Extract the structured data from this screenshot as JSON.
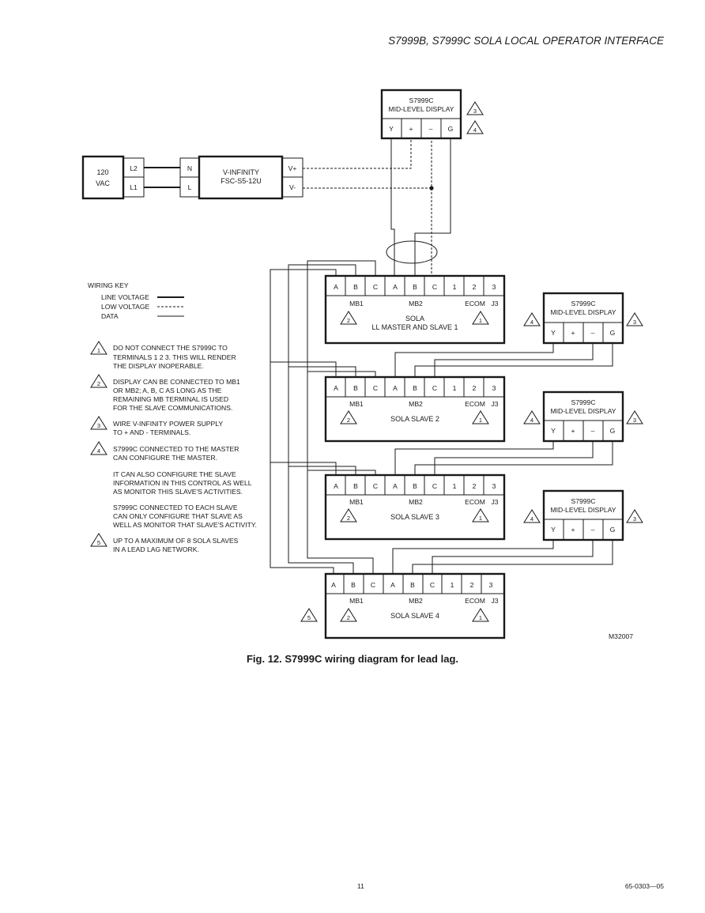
{
  "header": {
    "title": "S7999B, S7999C SOLA LOCAL OPERATOR INTERFACE"
  },
  "figure": {
    "caption": "Fig. 12. S7999C wiring diagram for lead lag.",
    "code": "M32007"
  },
  "footer": {
    "page_number": "11",
    "doc_code": "65-0303—05"
  },
  "power": {
    "source_line1": "120",
    "source_line2": "VAC",
    "l2": "L2",
    "l1": "L1",
    "n": "N",
    "l": "L",
    "supply_line1": "V-INFINITY",
    "supply_line2": "FSC-S5-12U",
    "vplus": "V+",
    "vminus": "V-"
  },
  "display": {
    "title_line1": "S7999C",
    "title_line2": "MID-LEVEL DISPLAY",
    "terminals": [
      "Y",
      "+",
      "–",
      "G"
    ]
  },
  "terminals": {
    "row": [
      "A",
      "B",
      "C",
      "A",
      "B",
      "C",
      "1",
      "2",
      "3"
    ],
    "mb1": "MB1",
    "mb2": "MB2",
    "ecom": "ECOM",
    "j3": "J3"
  },
  "controllers": {
    "master_line1": "SOLA",
    "master_line2": "LL MASTER AND SLAVE 1",
    "slave2": "SOLA SLAVE 2",
    "slave3": "SOLA SLAVE 3",
    "slave4": "SOLA SLAVE 4"
  },
  "markers": {
    "m1": "1",
    "m2": "2",
    "m3": "3",
    "m4": "4",
    "m5": "5"
  },
  "wiring_key": {
    "title": "WIRING KEY",
    "line_voltage": "LINE VOLTAGE",
    "low_voltage": "LOW VOLTAGE",
    "data": "DATA"
  },
  "notes": {
    "n1": [
      "DO NOT CONNECT THE S7999C TO",
      "TERMINALS 1 2 3. THIS WILL RENDER",
      "THE DISPLAY INOPERABLE."
    ],
    "n2": [
      "DISPLAY CAN BE CONNECTED TO MB1",
      "OR MB2; A, B, C AS LONG AS THE",
      "REMAINING MB TERMINAL IS USED",
      "FOR THE SLAVE COMMUNICATIONS."
    ],
    "n3": [
      "WIRE V-INFINITY POWER SUPPLY",
      "TO + AND -  TERMINALS."
    ],
    "n4": [
      "S7999C CONNECTED TO THE MASTER",
      "CAN CONFIGURE THE MASTER."
    ],
    "n4b": [
      "IT CAN ALSO CONFIGURE THE SLAVE",
      "INFORMATION IN THIS CONTROL AS WELL",
      "AS MONITOR THIS SLAVE'S ACTIVITIES."
    ],
    "n4c": [
      "S7999C CONNECTED TO EACH SLAVE",
      "CAN ONLY CONFIGURE THAT SLAVE AS",
      "WELL AS MONITOR THAT SLAVE'S ACTIVITY."
    ],
    "n5": [
      "UP TO A MAXIMUM OF 8 SOLA SLAVES",
      "IN A LEAD LAG NETWORK."
    ]
  }
}
